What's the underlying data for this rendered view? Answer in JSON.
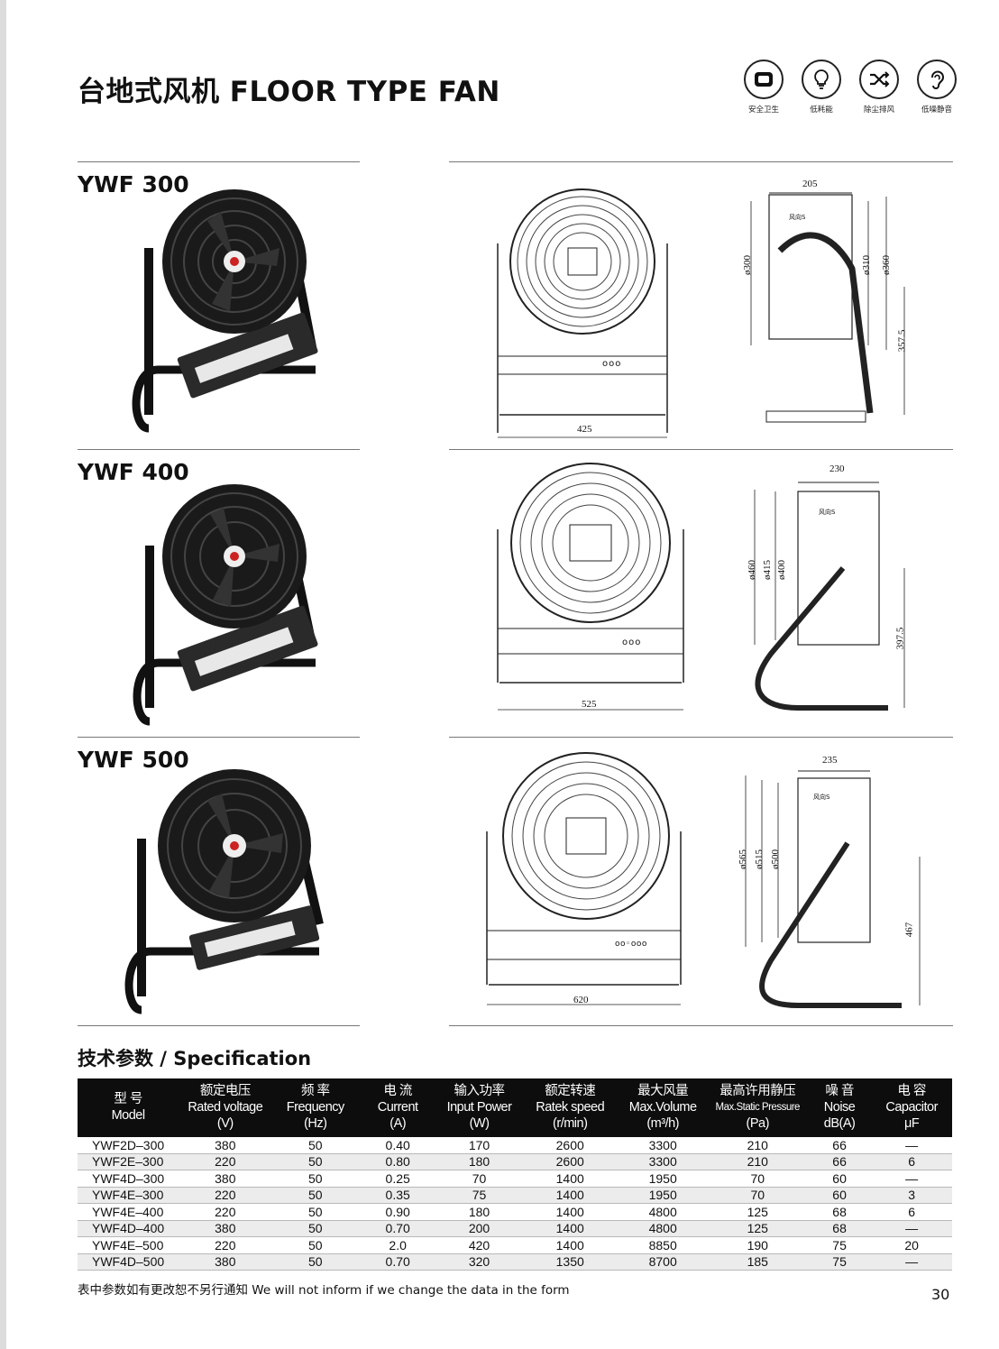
{
  "page_title": "台地式风机 FLOOR TYPE FAN",
  "features": [
    {
      "icon": "shield-box-icon",
      "label": "安全卫生"
    },
    {
      "icon": "lightbulb-icon",
      "label": "低耗能"
    },
    {
      "icon": "shuffle-arrows-icon",
      "label": "除尘排风"
    },
    {
      "icon": "ear-icon",
      "label": "低噪静音"
    }
  ],
  "products": [
    {
      "model": "YWF 300",
      "dims": {
        "width": "425",
        "depth": "205",
        "d1": "ø300",
        "d2": "ø310",
        "d3": "ø360",
        "height": "357.5"
      },
      "control_label": "ooo",
      "arrow_label": "风向S"
    },
    {
      "model": "YWF 400",
      "dims": {
        "width": "525",
        "depth": "230",
        "d1": "ø460",
        "d2": "ø415",
        "d3": "ø400",
        "height": "397.5"
      },
      "control_label": "ooo",
      "arrow_label": "风向S"
    },
    {
      "model": "YWF 500",
      "dims": {
        "width": "620",
        "depth": "235",
        "d1": "ø565",
        "d2": "ø515",
        "d3": "ø500",
        "height": "467"
      },
      "control_label": "oo◦ooo",
      "arrow_label": "风向S"
    }
  ],
  "spec": {
    "title": "技术参数 / Specification",
    "headers": [
      {
        "cn": "型 号",
        "en": "Model",
        "unit": ""
      },
      {
        "cn": "额定电压",
        "en": "Rated voltage",
        "unit": "(V)"
      },
      {
        "cn": "频 率",
        "en": "Frequency",
        "unit": "(Hz)"
      },
      {
        "cn": "电 流",
        "en": "Current",
        "unit": "(A)"
      },
      {
        "cn": "输入功率",
        "en": "Input Power",
        "unit": "(W)"
      },
      {
        "cn": "额定转速",
        "en": "Ratek speed",
        "unit": "(r/min)"
      },
      {
        "cn": "最大风量",
        "en": "Max.Volume",
        "unit": "(m³/h)"
      },
      {
        "cn": "最高许用静压",
        "en": "Max.Static Pressure",
        "unit": "(Pa)"
      },
      {
        "cn": "噪 音",
        "en": "Noise",
        "unit": "dB(A)"
      },
      {
        "cn": "电 容",
        "en": "Capacitor",
        "unit": "μF"
      }
    ],
    "rows": [
      [
        "YWF2D–300",
        "380",
        "50",
        "0.40",
        "170",
        "2600",
        "3300",
        "210",
        "66",
        "—"
      ],
      [
        "YWF2E–300",
        "220",
        "50",
        "0.80",
        "180",
        "2600",
        "3300",
        "210",
        "66",
        "6"
      ],
      [
        "YWF4D–300",
        "380",
        "50",
        "0.25",
        "70",
        "1400",
        "1950",
        "70",
        "60",
        "—"
      ],
      [
        "YWF4E–300",
        "220",
        "50",
        "0.35",
        "75",
        "1400",
        "1950",
        "70",
        "60",
        "3"
      ],
      [
        "YWF4E–400",
        "220",
        "50",
        "0.90",
        "180",
        "1400",
        "4800",
        "125",
        "68",
        "6"
      ],
      [
        "YWF4D–400",
        "380",
        "50",
        "0.70",
        "200",
        "1400",
        "4800",
        "125",
        "68",
        "—"
      ],
      [
        "YWF4E–500",
        "220",
        "50",
        "2.0",
        "420",
        "1400",
        "8850",
        "190",
        "75",
        "20"
      ],
      [
        "YWF4D–500",
        "380",
        "50",
        "0.70",
        "320",
        "1350",
        "8700",
        "185",
        "75",
        "—"
      ]
    ]
  },
  "note": "表中参数如有更改恕不另行通知   We will not inform if we change the data in the form",
  "page_number": "30"
}
